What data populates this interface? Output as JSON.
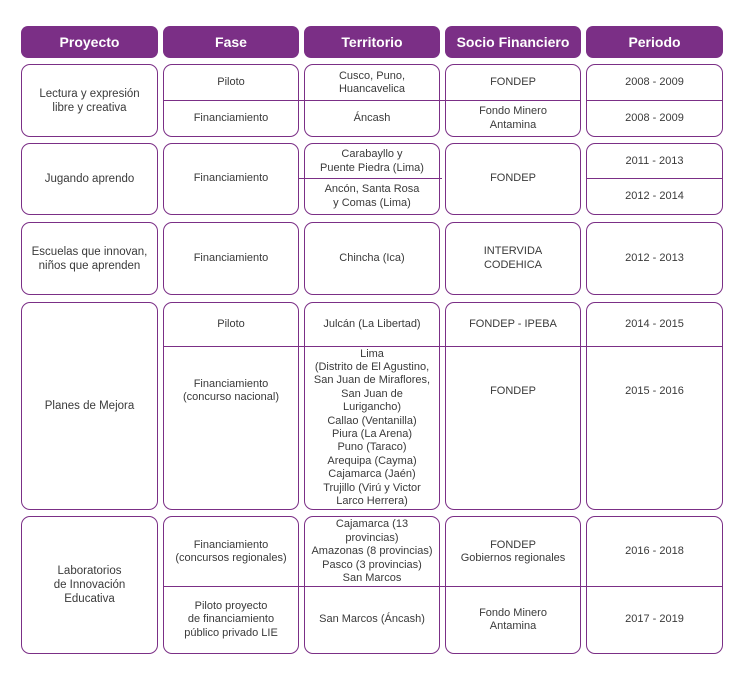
{
  "headers": {
    "proyecto": "Proyecto",
    "fase": "Fase",
    "territorio": "Territorio",
    "socio": "Socio Financiero",
    "periodo": "Periodo"
  },
  "rows": [
    {
      "proyecto": "Lectura y expresión\nlibre y creativa",
      "fase": [
        "Piloto",
        "Financiamiento"
      ],
      "territorio": [
        "Cusco, Puno,\nHuancavelica",
        "Áncash"
      ],
      "socio": [
        "FONDEP",
        "Fondo Minero\nAntamina"
      ],
      "periodo": [
        "2008 - 2009",
        "2008 - 2009"
      ]
    },
    {
      "proyecto": "Jugando aprendo",
      "fase": [
        "Financiamiento"
      ],
      "territorio": [
        "Carabayllo y\nPuente Piedra (Lima)",
        "Ancón, Santa Rosa\ny Comas (Lima)"
      ],
      "socio": [
        "FONDEP"
      ],
      "periodo": [
        "2011 - 2013",
        "2012 - 2014"
      ]
    },
    {
      "proyecto": "Escuelas que innovan,\nniños que aprenden",
      "fase": [
        "Financiamiento"
      ],
      "territorio": [
        "Chincha (Ica)"
      ],
      "socio": [
        "INTERVIDA\nCODEHICA"
      ],
      "periodo": [
        "2012 - 2013"
      ]
    },
    {
      "proyecto": "Planes de Mejora",
      "fase": [
        "Piloto",
        "Financiamiento\n(concurso nacional)"
      ],
      "territorio": [
        "Julcán (La Libertad)",
        "Lima\n(Distrito de El Agustino,\nSan Juan de Miraflores,\nSan Juan de Lurigancho)\nCallao (Ventanilla)\nPiura (La Arena)\nPuno (Taraco)\nArequipa (Cayma)\nCajamarca (Jaén)\nTrujillo (Virú y Victor\nLarco Herrera)"
      ],
      "socio": [
        "FONDEP - IPEBA",
        "FONDEP"
      ],
      "periodo": [
        "2014 - 2015",
        "2015 - 2016"
      ]
    },
    {
      "proyecto": "Laboratorios\nde Innovación\nEducativa",
      "fase": [
        "Financiamiento\n(concursos regionales)",
        "Piloto proyecto\nde financiamiento\npúblico privado LIE"
      ],
      "territorio": [
        "Cajamarca (13 provincias)\nAmazonas (8 provincias)\nPasco (3 provincias)\nSan Marcos",
        "San Marcos (Áncash)"
      ],
      "socio": [
        "FONDEP\nGobiernos regionales",
        "Fondo Minero\nAntamina"
      ],
      "periodo": [
        "2016 - 2018",
        "2017 - 2019"
      ]
    }
  ]
}
